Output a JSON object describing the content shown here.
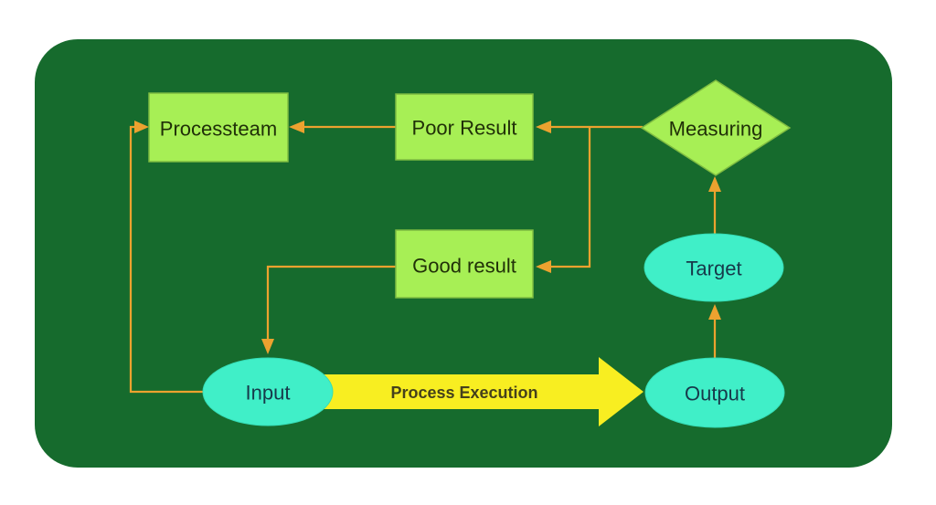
{
  "diagram": {
    "type": "flowchart",
    "description": "Process feedback loop flowchart on a dark green rounded panel",
    "nodes": {
      "processteam": {
        "label": "Processteam",
        "shape": "rectangle",
        "fill": "#A7EF55"
      },
      "poor_result": {
        "label": "Poor Result",
        "shape": "rectangle",
        "fill": "#A7EF55"
      },
      "good_result": {
        "label": "Good result",
        "shape": "rectangle",
        "fill": "#A7EF55"
      },
      "measuring": {
        "label": "Measuring",
        "shape": "diamond",
        "fill": "#A7EF55"
      },
      "target": {
        "label": "Target",
        "shape": "ellipse",
        "fill": "#40EFC8"
      },
      "input": {
        "label": "Input",
        "shape": "ellipse",
        "fill": "#40EFC8"
      },
      "output": {
        "label": "Output",
        "shape": "ellipse",
        "fill": "#40EFC8"
      }
    },
    "process_arrow": {
      "label": "Process Execution",
      "from": "input",
      "to": "output",
      "style": "thick-yellow-block-arrow"
    },
    "edges": [
      {
        "from": "poor_result",
        "to": "processteam"
      },
      {
        "from": "input",
        "to": "processteam"
      },
      {
        "from": "measuring",
        "to": "poor_result"
      },
      {
        "from": "measuring",
        "to": "good_result"
      },
      {
        "from": "good_result",
        "to": "input"
      },
      {
        "from": "output",
        "to": "target"
      },
      {
        "from": "target",
        "to": "measuring"
      }
    ],
    "colors": {
      "page_background": "#FFFFFF",
      "panel_background": "#166B2D",
      "node_green": "#A7EF55",
      "node_green_border": "#7FBC41",
      "node_cyan": "#40EFC8",
      "connector_orange": "#ECA22F",
      "process_arrow_yellow": "#F8EE21",
      "label_dark_green": "#203008",
      "label_dark_teal": "#17394A",
      "label_process_text": "#45411C"
    }
  }
}
